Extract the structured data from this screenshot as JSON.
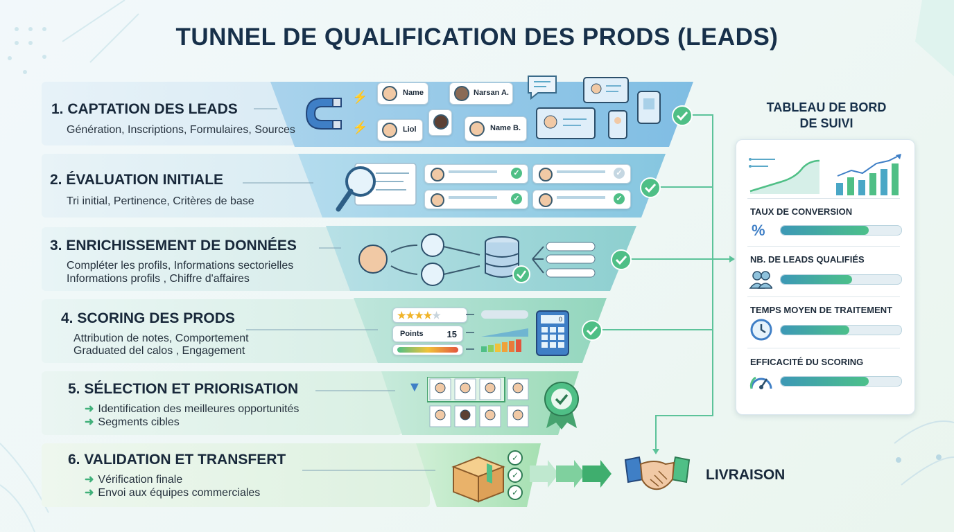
{
  "title": "TUNNEL DE QUALIFICATION DES PRODS (LEADS)",
  "stages": [
    {
      "title": "1. CAPTATION DES LEADS",
      "lines": [
        "Génération, Inscriptions, Formulaires, Sources"
      ]
    },
    {
      "title": "2. ÉVALUATION INITIALE",
      "lines": [
        "Tri initial,  Pertinence,  Critères de base"
      ]
    },
    {
      "title": "3. ENRICHISSEMENT DE DONNÉES",
      "lines": [
        "Compléter les profils,  Informations sectorielles",
        "Informations  profils ,  Chiffre d'affaires"
      ]
    },
    {
      "title": "4. SCORING DES PRODS",
      "lines": [
        "Attribution de notes,  Comportement",
        "Graduated del calos ,  Engagement"
      ]
    },
    {
      "title": "5. SÉLECTION ET PRIORISATION",
      "bullets": [
        "Identification des meilleures opportunités",
        "Segments cibles"
      ]
    },
    {
      "title": "6. VALIDATION ET TRANSFERT",
      "bullets": [
        "Vérification finale",
        "Envoi aux équipes commerciales"
      ]
    }
  ],
  "funnel_cards": {
    "name1": "Name",
    "name2": "Narsan A.",
    "name3": "Liol",
    "name4": "Name B.",
    "points_label": "Points",
    "points_value": "15",
    "calc_display": "0"
  },
  "dashboard": {
    "title_line1": "TABLEAU DE BORD",
    "title_line2": "DE SUIVI",
    "metrics": [
      {
        "label": "TAUX DE CONVERSION",
        "icon": "percent-icon",
        "icon_glyph": "%",
        "level": 0.73
      },
      {
        "label": "NB. DE LEADS QUALIFIÉS",
        "icon": "users-icon",
        "level": 0.59
      },
      {
        "label": "TEMPS MOYEN DE TRAITEMENT",
        "icon": "clock-icon",
        "level": 0.57
      },
      {
        "label": "EFFICACITÉ DU SCORING",
        "icon": "gauge-icon",
        "level": 0.73
      }
    ]
  },
  "delivery_label": "LIVRAISON",
  "colors": {
    "accent_green": "#41b07a",
    "accent_blue": "#3c98b6",
    "title": "#17304a"
  }
}
